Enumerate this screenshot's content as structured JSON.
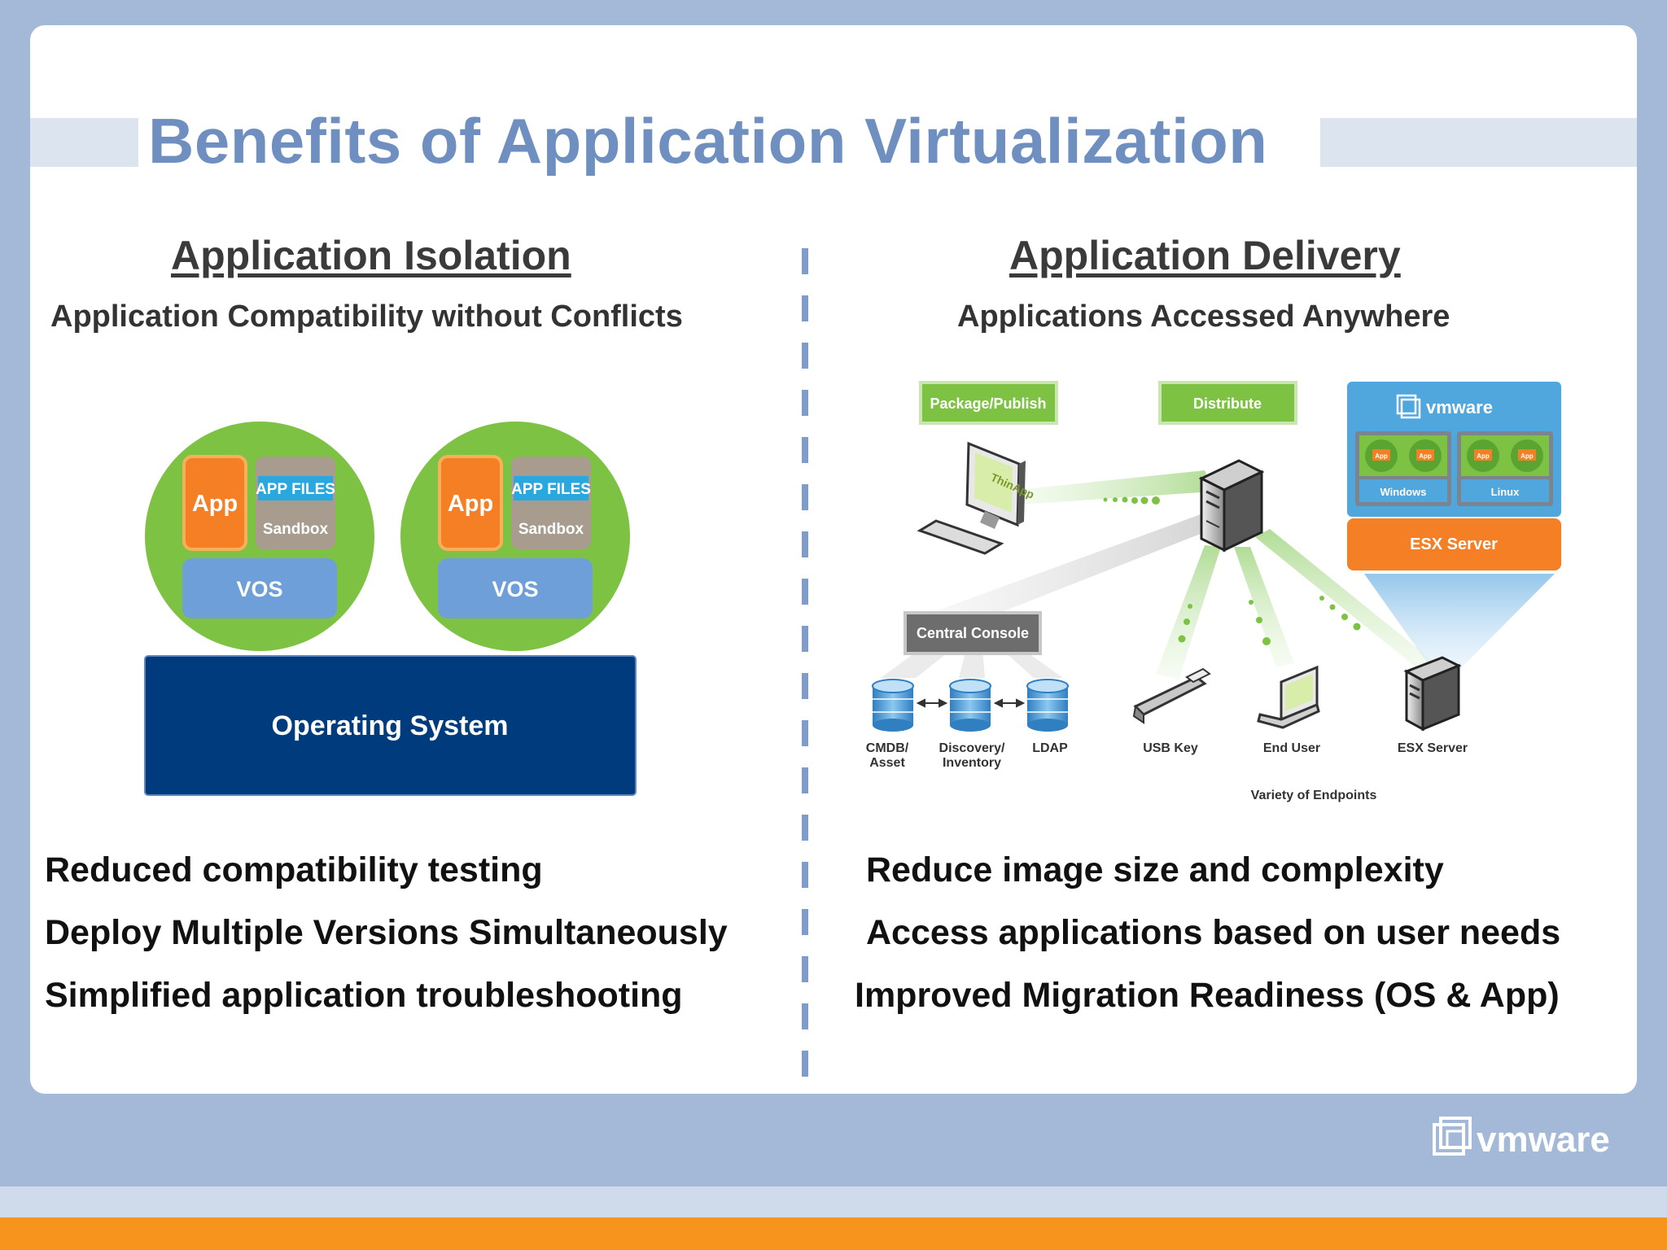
{
  "title": "Benefits of Application Virtualization",
  "left": {
    "heading": "Application Isolation",
    "subheading": "Application Compatibility without Conflicts",
    "diagram": {
      "app_label": "App",
      "app_files_label": "APP FILES",
      "sandbox_label": "Sandbox",
      "vos_label": "VOS",
      "os_label": "Operating System"
    },
    "bullets": [
      "Reduced compatibility testing",
      "Deploy Multiple Versions Simultaneously",
      "Simplified application troubleshooting"
    ]
  },
  "right": {
    "heading": "Application Delivery",
    "subheading": "Applications Accessed Anywhere",
    "diagram": {
      "package_publish": "Package/Publish",
      "distribute": "Distribute",
      "thinapp": "ThinApp",
      "vmware_brand": "vmware",
      "app_small": "App",
      "windows": "Windows",
      "linux": "Linux",
      "esx_server_box": "ESX Server",
      "central_console": "Central Console",
      "cmdb_line1": "CMDB/",
      "cmdb_line2": "Asset",
      "discovery_line1": "Discovery/",
      "discovery_line2": "Inventory",
      "ldap": "LDAP",
      "usb_key": "USB Key",
      "end_user": "End User",
      "esx_server": "ESX Server",
      "variety_of_endpoints": "Variety of Endpoints"
    },
    "bullets": [
      "Reduce image size and complexity",
      "Access applications based on user needs",
      "Improved Migration Readiness (OS & App)"
    ]
  },
  "footer": {
    "logo_text": "vmware"
  },
  "colors": {
    "title_blue": "#6e8fc0",
    "green": "#7dc242",
    "orange": "#f47f24",
    "os_navy": "#003c7d",
    "vos_blue": "#6f9fd8",
    "footer_orange": "#f7941d"
  }
}
